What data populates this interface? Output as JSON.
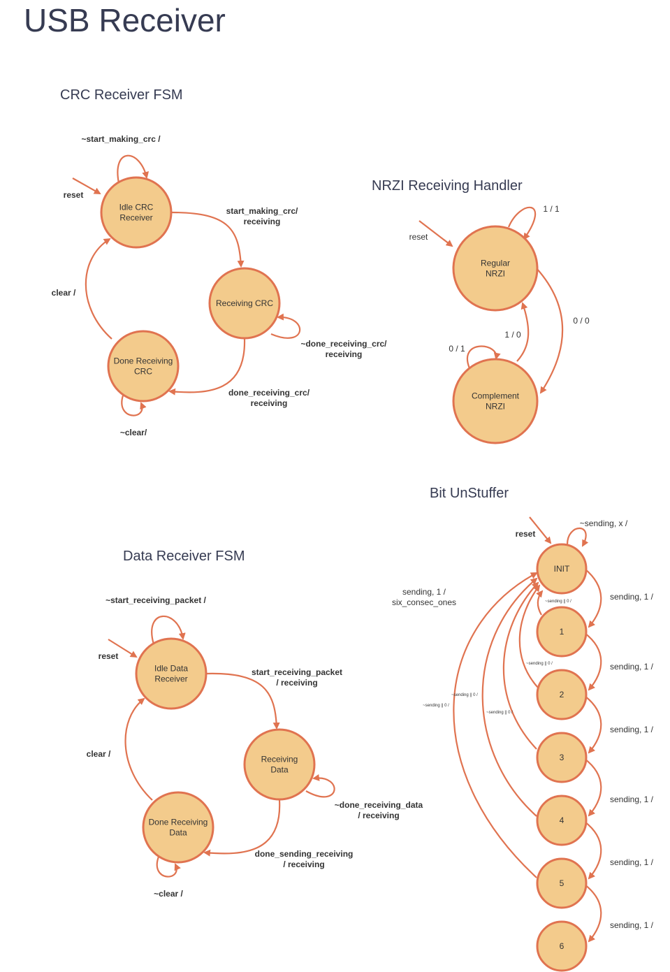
{
  "title": "USB Receiver",
  "colors": {
    "state_fill": "#f3cb8c",
    "state_stroke": "#e07350",
    "text": "#333333",
    "title": "#363b52"
  },
  "sections": {
    "crc": {
      "title": "CRC Receiver FSM"
    },
    "nrzi": {
      "title": "NRZI Receiving Handler"
    },
    "data": {
      "title": "Data Receiver FSM"
    },
    "unstuff": {
      "title": "Bit UnStuffer"
    }
  },
  "states": {
    "crc_idle": [
      "Idle CRC",
      "Receiver"
    ],
    "crc_receiving": [
      "Receiving CRC"
    ],
    "crc_done": [
      "Done Receiving",
      "CRC"
    ],
    "nrzi_regular": [
      "Regular",
      "NRZI"
    ],
    "nrzi_complement": [
      "Complement",
      "NRZI"
    ],
    "data_idle": [
      "Idle Data",
      "Receiver"
    ],
    "data_receiving": [
      "Receiving",
      "Data"
    ],
    "data_done": [
      "Done Receiving",
      "Data"
    ],
    "bit_init": [
      "INIT"
    ],
    "bit_1": [
      "1"
    ],
    "bit_2": [
      "2"
    ],
    "bit_3": [
      "3"
    ],
    "bit_4": [
      "4"
    ],
    "bit_5": [
      "5"
    ],
    "bit_6": [
      "6"
    ]
  },
  "labels": {
    "crc_self_idle": [
      "~start_making_crc /"
    ],
    "crc_reset": [
      "reset"
    ],
    "crc_idle_to_recv": [
      "start_making_crc/",
      "receiving"
    ],
    "crc_clear": [
      "clear /"
    ],
    "crc_self_recv": [
      "~done_receiving_crc/",
      "receiving"
    ],
    "crc_recv_to_done": [
      "done_receiving_crc/",
      "receiving"
    ],
    "crc_self_done": [
      "~clear/"
    ],
    "nrzi_self_regular": [
      "1 / 1"
    ],
    "nrzi_reset": [
      "reset"
    ],
    "nrzi_reg_to_comp": [
      "0 / 0"
    ],
    "nrzi_comp_to_reg": [
      "1 / 0"
    ],
    "nrzi_self_comp": [
      "0 / 1"
    ],
    "data_self_idle": [
      "~start_receiving_packet /"
    ],
    "data_reset": [
      "reset"
    ],
    "data_idle_to_recv": [
      "start_receiving_packet",
      "/ receiving"
    ],
    "data_clear": [
      "clear /"
    ],
    "data_self_recv": [
      "~done_receiving_data",
      "/ receiving"
    ],
    "data_recv_to_done": [
      "done_sending_receiving",
      "/ receiving"
    ],
    "data_self_done": [
      "~clear /"
    ],
    "bit_reset": [
      "reset"
    ],
    "bit_self_init": [
      "~sending, x /"
    ],
    "bit_5_to_init": [
      "sending, 1 /",
      "six_consec_ones"
    ],
    "bit_init_1": [
      "sending, 1 /"
    ],
    "bit_1_2": [
      "sending, 1 /"
    ],
    "bit_2_3": [
      "sending, 1 /"
    ],
    "bit_3_4": [
      "sending, 1 /"
    ],
    "bit_4_5": [
      "sending, 1 /"
    ],
    "bit_5_6": [
      "sending, 1 /"
    ],
    "bit_back_1": [
      "~sending || 0 /"
    ],
    "bit_back_2": [
      "~sending || 0 /"
    ],
    "bit_back_3": [
      "~sending || 0 /"
    ],
    "bit_back_4": [
      "~sending || 0 /"
    ],
    "bit_back_5": [
      "~sending || 0 /"
    ]
  }
}
